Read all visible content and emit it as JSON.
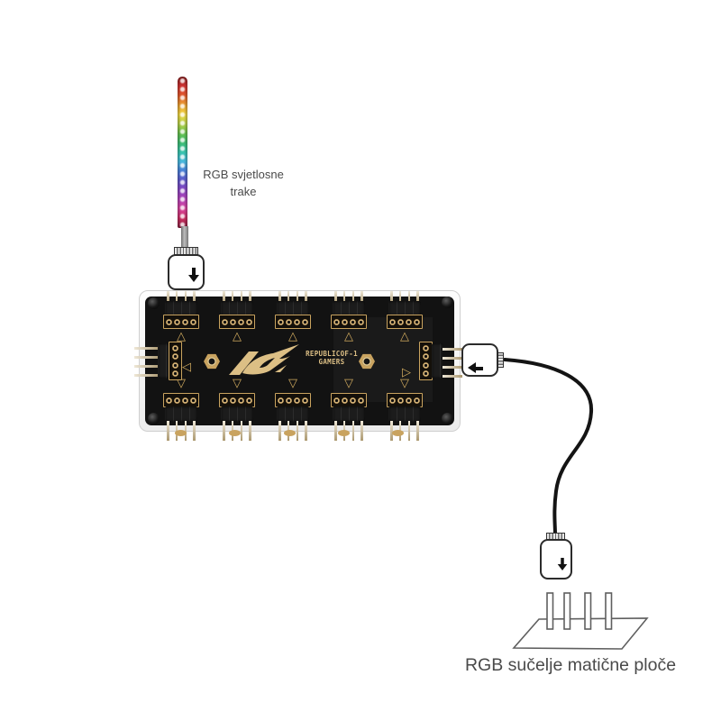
{
  "strip": {
    "label": [
      "RGB svjetlosne",
      "trake"
    ],
    "gradient": [
      "#8a1f1f",
      "#d13434",
      "#e25a2c",
      "#eda233",
      "#f2d843",
      "#b8d24a",
      "#67c24e",
      "#3fbe75",
      "#39c6b0",
      "#49b9df",
      "#4b7fd9",
      "#6157cb",
      "#8a46c3",
      "#b644b8",
      "#d8449b",
      "#cb2f62",
      "#87203f"
    ]
  },
  "hub": {
    "brand": [
      "REPUBLICOF-1",
      "GAMERS"
    ],
    "top_port_count": 5,
    "bottom_port_count": 5,
    "solder_pad_count": 5,
    "pins_per_port": 4,
    "markers": {
      "up": "△",
      "down": "▽",
      "left": "◁",
      "right": "▷"
    },
    "colors": {
      "pcb": "#121212",
      "gold": "#c9a35f",
      "case": "#f2f2f2",
      "logo_gold": "#dcbf85"
    }
  },
  "connectors": {
    "strip_plug_icon": "arrow-down",
    "hub_out_plug_icon": "arrow-left",
    "mobo_plug_icon": "arrow-down",
    "cable_color": "#141414"
  },
  "motherboard": {
    "label": "RGB sučelje matične ploče",
    "pin_count": 4
  },
  "text_color": "#4a4a4a"
}
